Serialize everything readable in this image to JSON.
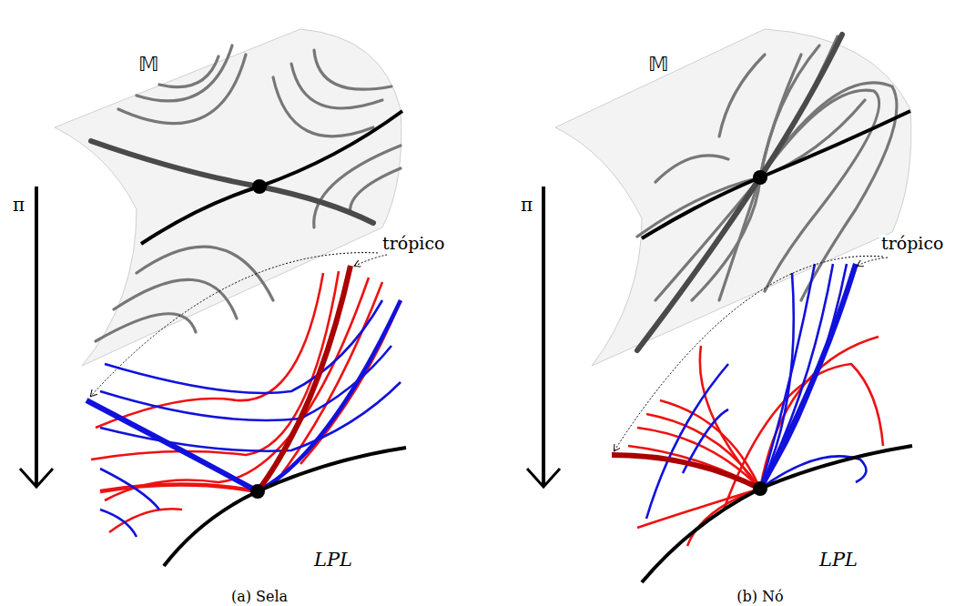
{
  "diagram": {
    "labels": [
      "𝕄",
      "π",
      "trópico",
      "LPL",
      "(a) Sela",
      "𝕄",
      "π",
      "trópico",
      "LPL",
      "(b) Nó"
    ]
  }
}
